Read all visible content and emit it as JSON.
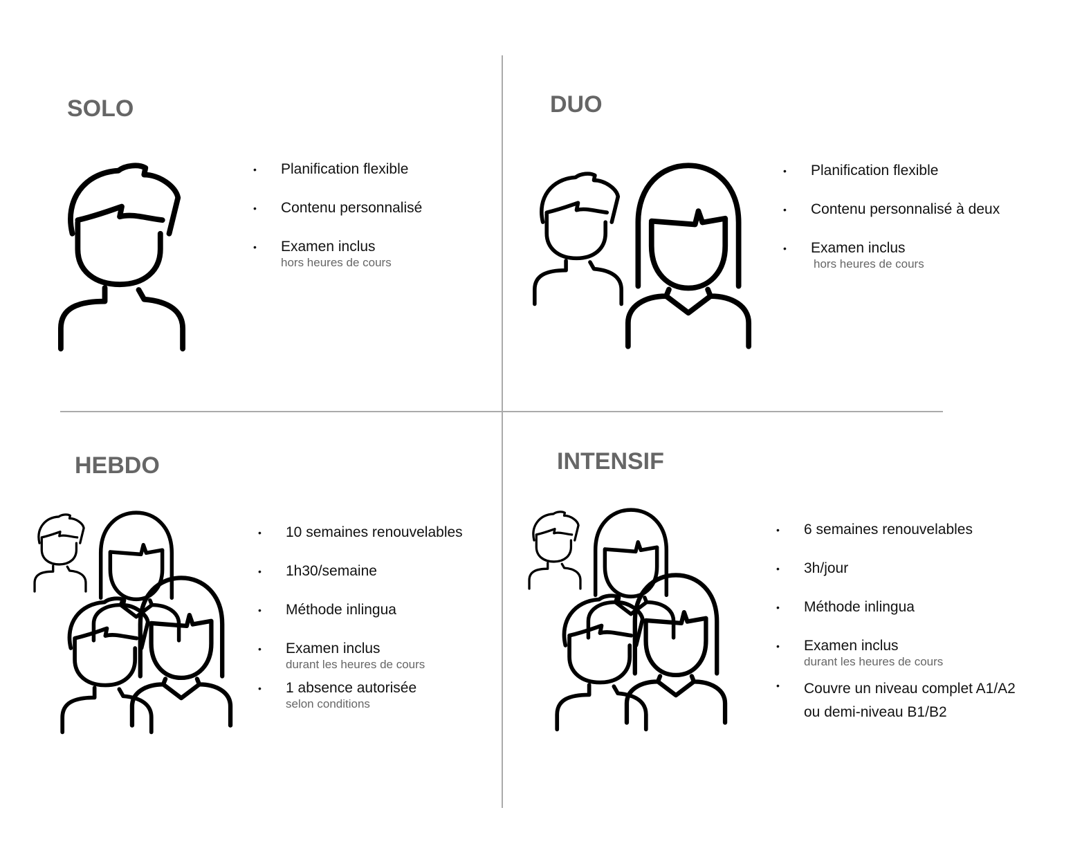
{
  "quadrants": [
    {
      "title": "SOLO",
      "items": [
        {
          "text": "Planification flexible"
        },
        {
          "text": "Contenu personnalisé"
        },
        {
          "text": "Examen inclus",
          "sub": "hors heures de cours"
        }
      ]
    },
    {
      "title": "DUO",
      "items": [
        {
          "text": "Planification flexible"
        },
        {
          "text": "Contenu personnalisé à deux"
        },
        {
          "text": "Examen inclus",
          "sub": "hors heures de cours"
        }
      ]
    },
    {
      "title": "HEBDO",
      "items": [
        {
          "text": "10 semaines renouvelables"
        },
        {
          "text": "1h30/semaine"
        },
        {
          "text": "Méthode inlingua"
        },
        {
          "text": "Examen inclus",
          "sub": "durant les heures de cours"
        },
        {
          "text": "1 absence autorisée",
          "sub": "selon conditions"
        }
      ]
    },
    {
      "title": "INTENSIF",
      "items": [
        {
          "text": "6 semaines renouvelables"
        },
        {
          "text": "3h/jour"
        },
        {
          "text": "Méthode inlingua"
        },
        {
          "text": "Examen inclus",
          "sub": "durant les heures de cours"
        },
        {
          "text": "Couvre un niveau complet A1/A2",
          "sub2": "ou demi-niveau B1/B2"
        }
      ]
    }
  ]
}
